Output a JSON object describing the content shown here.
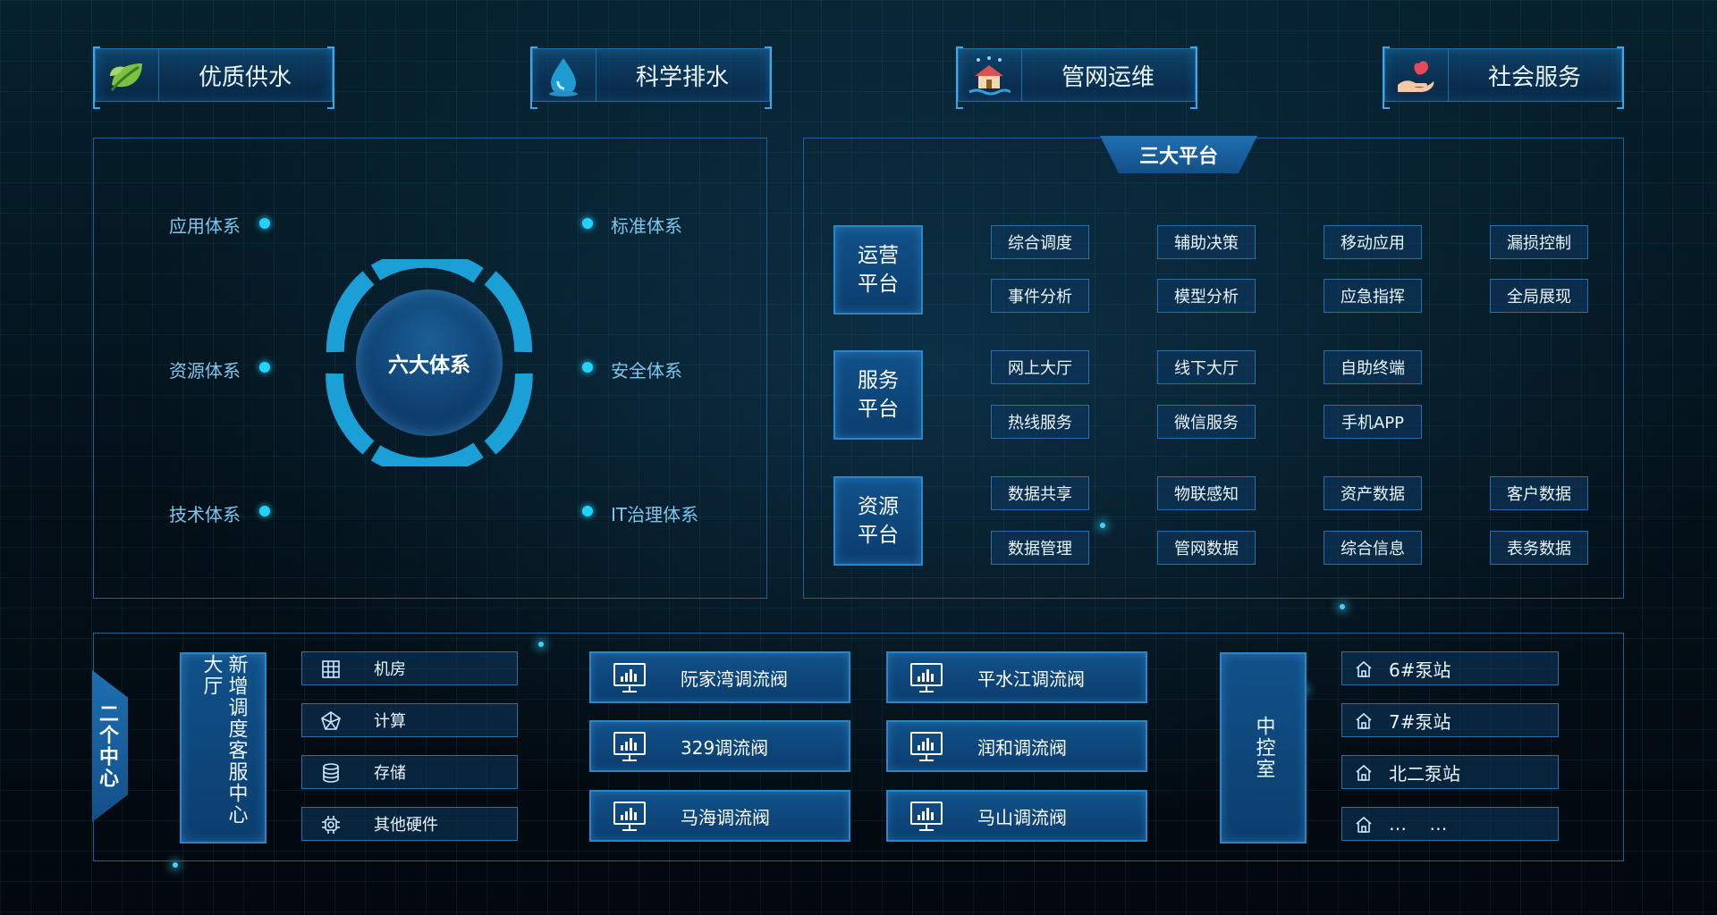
{
  "top_headers": [
    {
      "label": "优质供水",
      "icon": "leaf-icon"
    },
    {
      "label": "科学排水",
      "icon": "water-drop-icon"
    },
    {
      "label": "管网运维",
      "icon": "house-water-icon"
    },
    {
      "label": "社会服务",
      "icon": "heart-hand-icon"
    }
  ],
  "six_systems": {
    "center_label": "六大体系",
    "left": [
      "应用体系",
      "资源体系",
      "技术体系"
    ],
    "right": [
      "标准体系",
      "安全体系",
      "IT治理体系"
    ]
  },
  "three_platforms": {
    "title": "三大平台",
    "platforms": [
      {
        "name": "运营平台",
        "items": [
          "综合调度",
          "辅助决策",
          "移动应用",
          "漏损控制",
          "事件分析",
          "模型分析",
          "应急指挥",
          "全局展现"
        ]
      },
      {
        "name": "服务平台",
        "items": [
          "网上大厅",
          "线下大厅",
          "自助终端",
          "热线服务",
          "微信服务",
          "手机APP"
        ]
      },
      {
        "name": "资源平台",
        "items": [
          "数据共享",
          "物联感知",
          "资产数据",
          "客户数据",
          "数据管理",
          "管网数据",
          "综合信息",
          "表务数据"
        ]
      }
    ]
  },
  "two_centers": {
    "title": "二个中心",
    "new_center": "新增调度客服中心大厅",
    "hardware": [
      {
        "label": "机房",
        "icon": "server-rack-icon"
      },
      {
        "label": "计算",
        "icon": "compute-network-icon"
      },
      {
        "label": "存储",
        "icon": "database-icon"
      },
      {
        "label": "其他硬件",
        "icon": "chip-icon"
      }
    ],
    "valves_col1": [
      "阮家湾调流阀",
      "329调流阀",
      "马海调流阀"
    ],
    "valves_col2": [
      "平水江调流阀",
      "润和调流阀",
      "马山调流阀"
    ],
    "control_room": "中控室",
    "pump_stations": [
      "6#泵站",
      "7#泵站",
      "北二泵站",
      "…    …"
    ]
  }
}
